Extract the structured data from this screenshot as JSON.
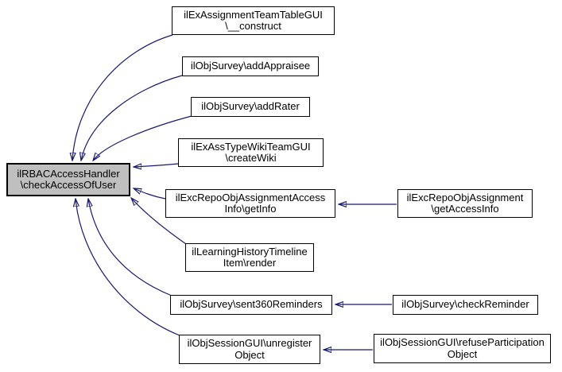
{
  "diagram": {
    "kind": "call-graph",
    "colors": {
      "background": "#ffffff",
      "edge": "#191970",
      "node_border": "#000000",
      "node_fill": "#ffffff",
      "highlighted_node_fill": "#bfbfbf",
      "text": "#000000"
    },
    "nodes": [
      {
        "id": "center",
        "lines": [
          "ilRBACAccessHandler",
          "\\checkAccessOfUser"
        ]
      },
      {
        "id": "construct",
        "lines": [
          "ilExAssignmentTeamTableGUI",
          "\\__construct"
        ]
      },
      {
        "id": "addAppraisee",
        "lines": [
          "ilObjSurvey\\addAppraisee"
        ]
      },
      {
        "id": "addRater",
        "lines": [
          "ilObjSurvey\\addRater"
        ]
      },
      {
        "id": "createWiki",
        "lines": [
          "ilExAssTypeWikiTeamGUI",
          "\\createWiki"
        ]
      },
      {
        "id": "getInfo",
        "lines": [
          "ilExcRepoObjAssignmentAccess",
          "Info\\getInfo"
        ]
      },
      {
        "id": "getAccessInfo",
        "lines": [
          "ilExcRepoObjAssignment",
          "\\getAccessInfo"
        ]
      },
      {
        "id": "render",
        "lines": [
          "ilLearningHistoryTimeline",
          "Item\\render"
        ]
      },
      {
        "id": "sent360Reminders",
        "lines": [
          "ilObjSurvey\\sent360Reminders"
        ]
      },
      {
        "id": "checkReminder",
        "lines": [
          "ilObjSurvey\\checkReminder"
        ]
      },
      {
        "id": "unregisterObject",
        "lines": [
          "ilObjSessionGUI\\unregister",
          "Object"
        ]
      },
      {
        "id": "refuseParticipationObject",
        "lines": [
          "ilObjSessionGUI\\refuseParticipation",
          "Object"
        ]
      }
    ],
    "edges": [
      {
        "from": "ilExAssignmentTeamTableGUI\\__construct",
        "to": "ilRBACAccessHandler\\checkAccessOfUser"
      },
      {
        "from": "ilObjSurvey\\addAppraisee",
        "to": "ilRBACAccessHandler\\checkAccessOfUser"
      },
      {
        "from": "ilObjSurvey\\addRater",
        "to": "ilRBACAccessHandler\\checkAccessOfUser"
      },
      {
        "from": "ilExAssTypeWikiTeamGUI\\createWiki",
        "to": "ilRBACAccessHandler\\checkAccessOfUser"
      },
      {
        "from": "ilExcRepoObjAssignmentAccessInfo\\getInfo",
        "to": "ilRBACAccessHandler\\checkAccessOfUser"
      },
      {
        "from": "ilExcRepoObjAssignment\\getAccessInfo",
        "to": "ilExcRepoObjAssignmentAccessInfo\\getInfo"
      },
      {
        "from": "ilLearningHistoryTimelineItem\\render",
        "to": "ilRBACAccessHandler\\checkAccessOfUser"
      },
      {
        "from": "ilObjSurvey\\sent360Reminders",
        "to": "ilRBACAccessHandler\\checkAccessOfUser"
      },
      {
        "from": "ilObjSurvey\\checkReminder",
        "to": "ilObjSurvey\\sent360Reminders"
      },
      {
        "from": "ilObjSessionGUI\\unregisterObject",
        "to": "ilRBACAccessHandler\\checkAccessOfUser"
      },
      {
        "from": "ilObjSessionGUI\\refuseParticipationObject",
        "to": "ilObjSessionGUI\\unregisterObject"
      }
    ]
  }
}
